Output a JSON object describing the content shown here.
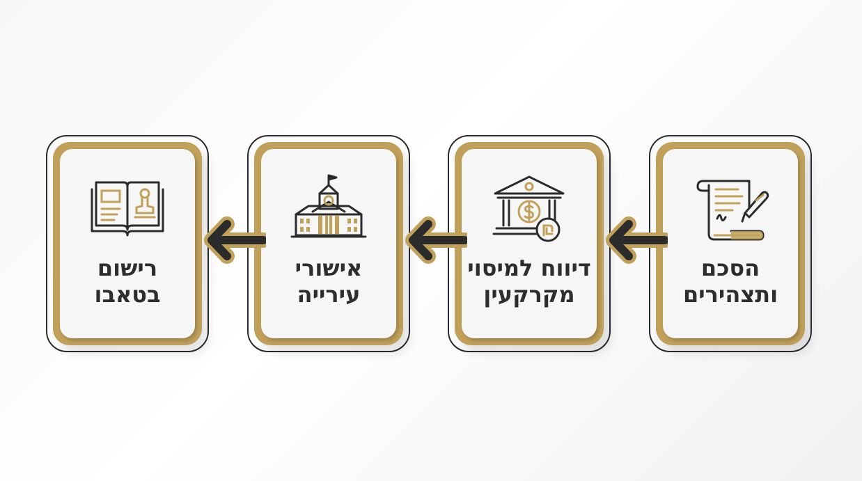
{
  "steps": [
    {
      "id": "agreement",
      "line1": "הסכם",
      "line2": "ותצהירים",
      "icon": "contract-quill-icon"
    },
    {
      "id": "tax",
      "line1": "דיווח למיסוי",
      "line2": "מקרקעין",
      "icon": "bank-shekel-icon"
    },
    {
      "id": "city",
      "line1": "אישורי",
      "line2": "עירייה",
      "icon": "city-hall-icon"
    },
    {
      "id": "registry",
      "line1": "רישום",
      "line2": "בטאבו",
      "icon": "ledger-stamp-icon"
    }
  ],
  "colors": {
    "gold": "#c1a15a",
    "dark": "#2b2b2b",
    "card": "#f6f6f6"
  }
}
